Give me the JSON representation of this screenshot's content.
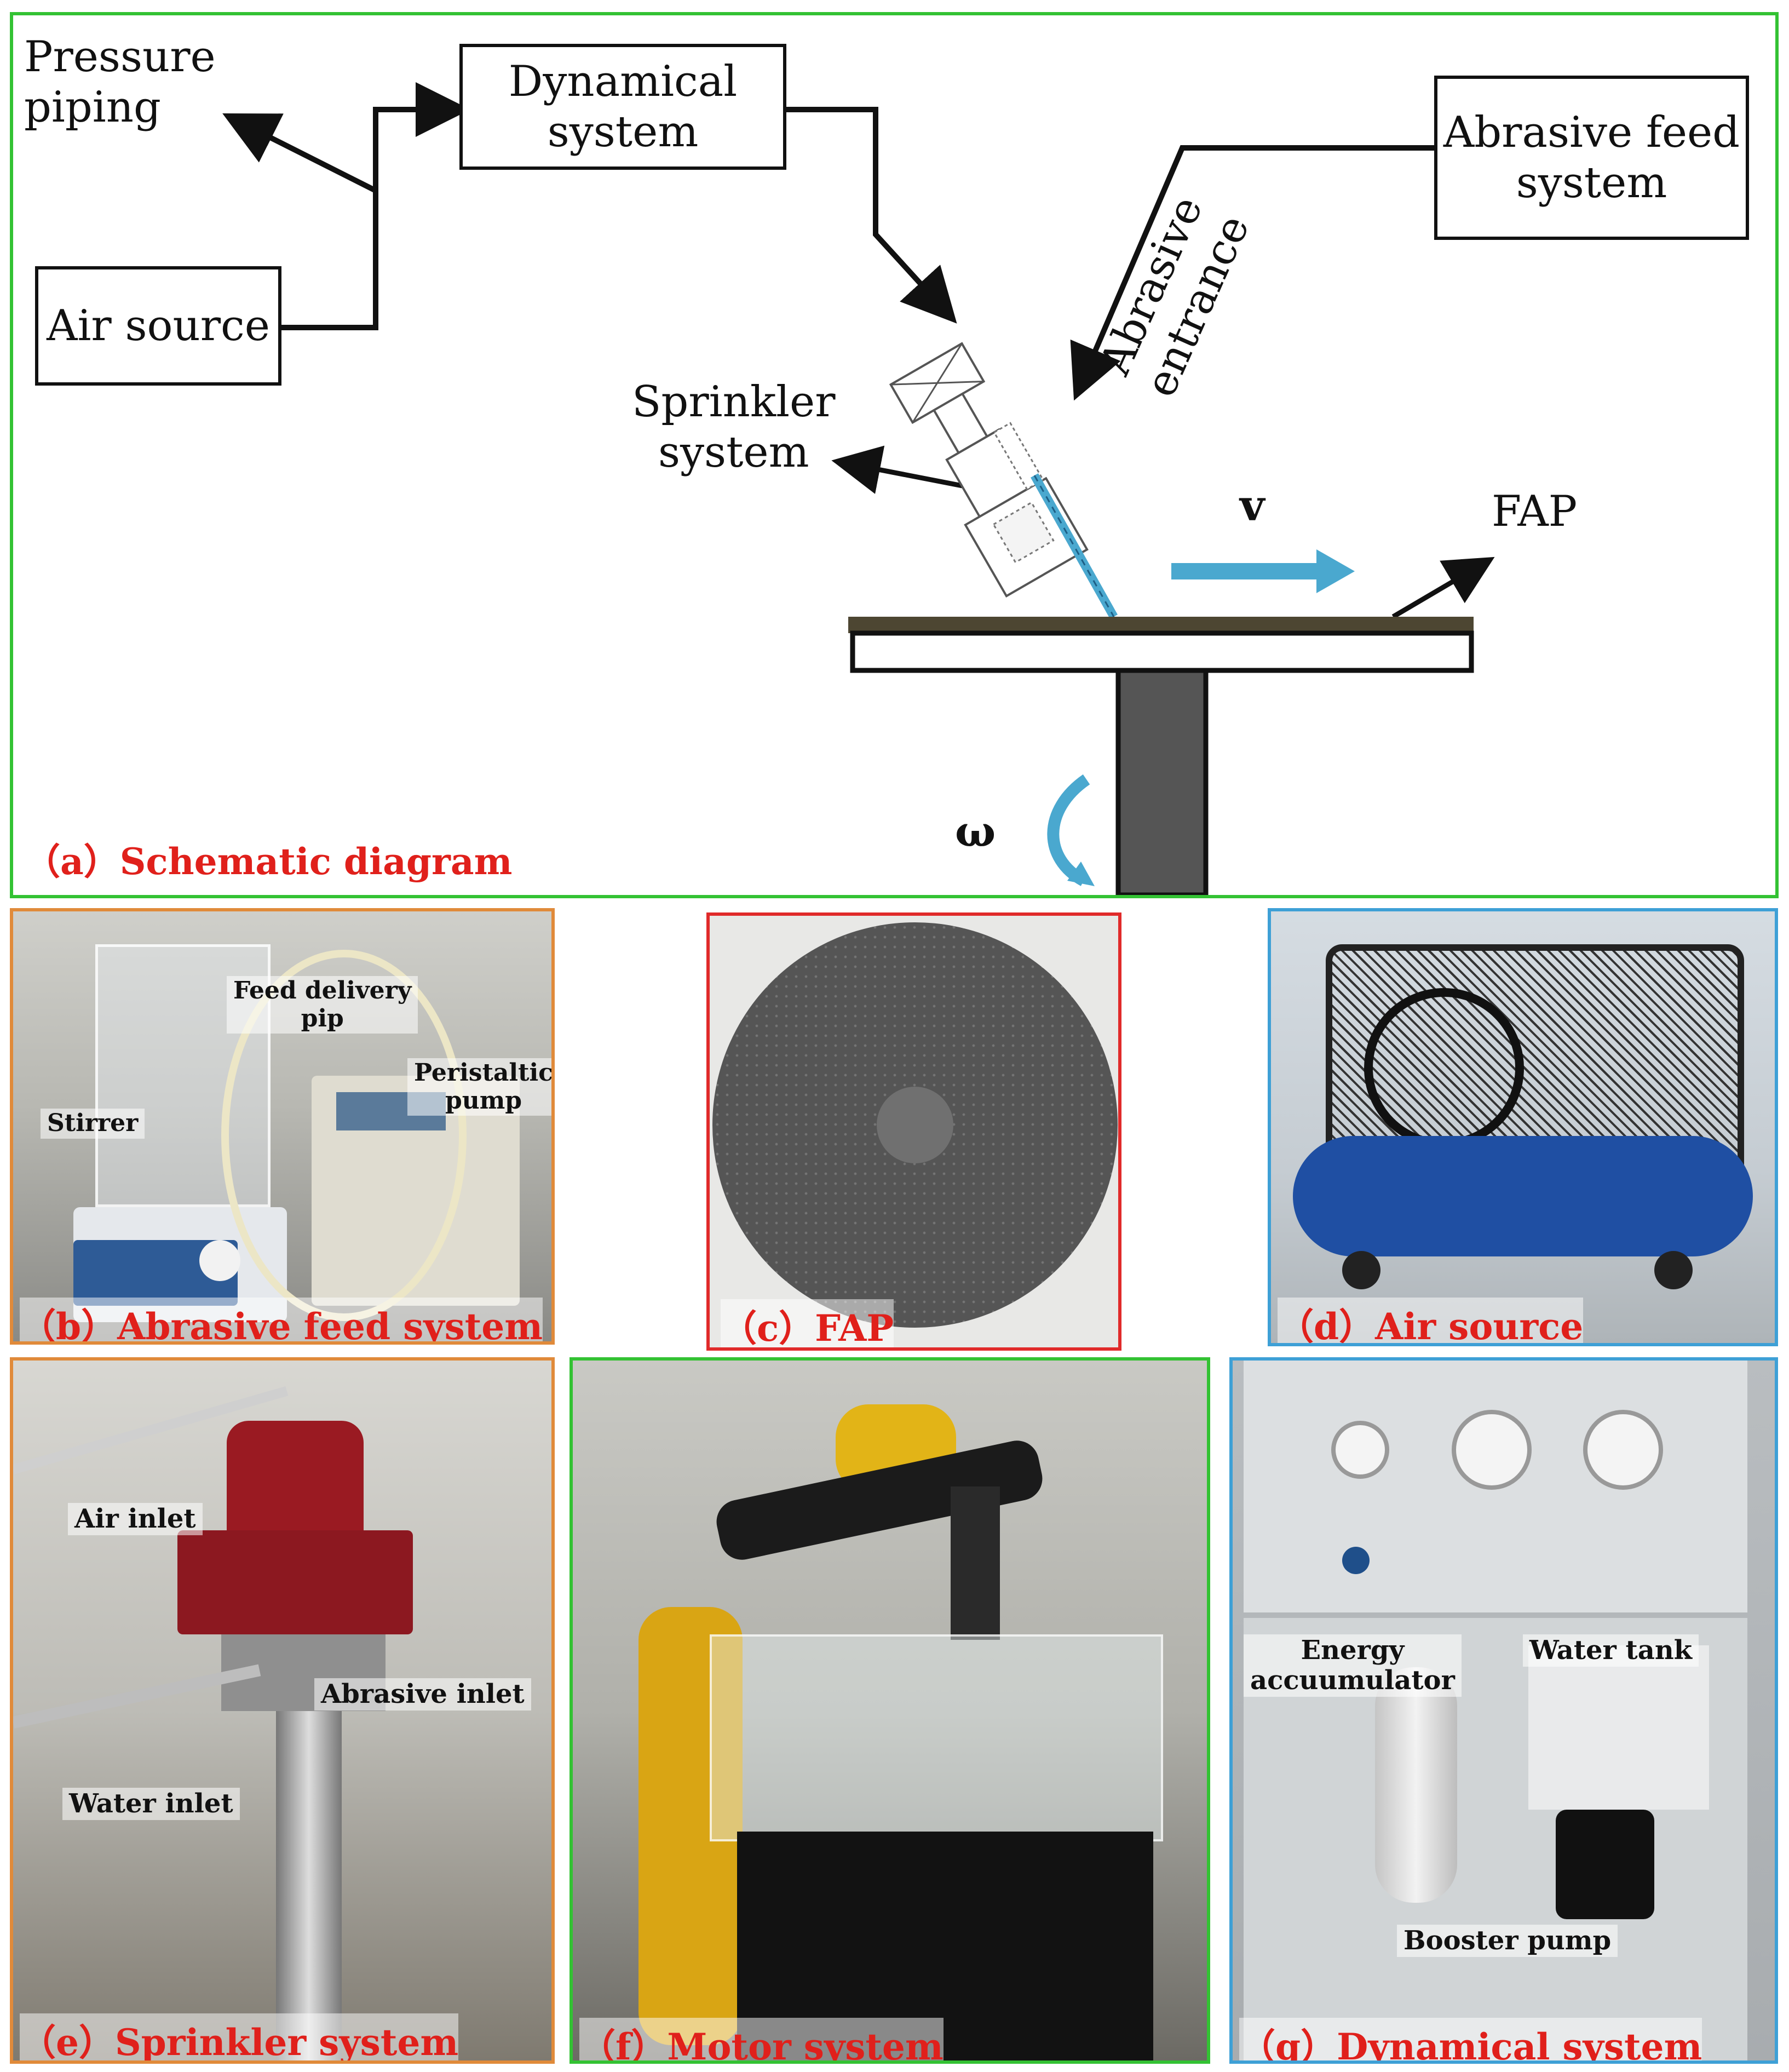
{
  "schematic": {
    "caption": "（a）Schematic diagram",
    "pressure_piping": "Pressure\npiping",
    "dynamical_system": "Dynamical\nsystem",
    "abrasive_feed_system": "Abrasive feed\nsystem",
    "air_source": "Air source",
    "abrasive_entrance": "Abrasive\nentrance",
    "sprinkler_system": "Sprinkler\nsystem",
    "velocity": "v",
    "fap": "FAP",
    "omega": "ω"
  },
  "panels": {
    "b": {
      "caption": "（b）Abrasive feed system",
      "callouts": [
        "Feed delivery\npip",
        "Peristaltic\npump",
        "Stirrer"
      ]
    },
    "c": {
      "caption": "（c）FAP"
    },
    "d": {
      "caption": "（d）Air source"
    },
    "e": {
      "caption": "（e）Sprinkler system",
      "callouts": [
        "Air inlet",
        "Abrasive inlet",
        "Water inlet"
      ]
    },
    "f": {
      "caption": "（f）Motor system"
    },
    "g": {
      "caption": "（g）Dynamical system",
      "callouts": [
        "Energy\naccuumulator",
        "Water tank",
        "Booster pump"
      ]
    }
  },
  "colors": {
    "green_frame": "#33c233",
    "orange_frame": "#e08a3a",
    "red_frame": "#e02a2a",
    "blue_frame": "#3ea0d6",
    "caption_red": "#e0201b",
    "flow_blue": "#4aa8cf"
  }
}
